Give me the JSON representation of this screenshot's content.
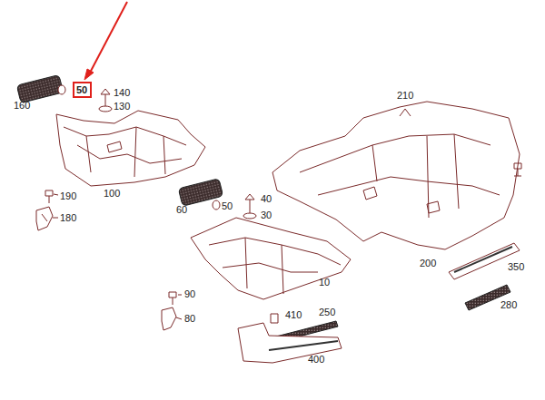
{
  "diagram": {
    "nodes": [
      {
        "text": [
          "50"
        ]
      }
    ],
    "labels": [
      "160",
      "140",
      "130",
      "210",
      "190",
      "100",
      "180",
      "60",
      "50",
      "40",
      "30",
      "10",
      "200",
      "350",
      "90",
      "410",
      "250",
      "80",
      "280",
      "400"
    ]
  }
}
